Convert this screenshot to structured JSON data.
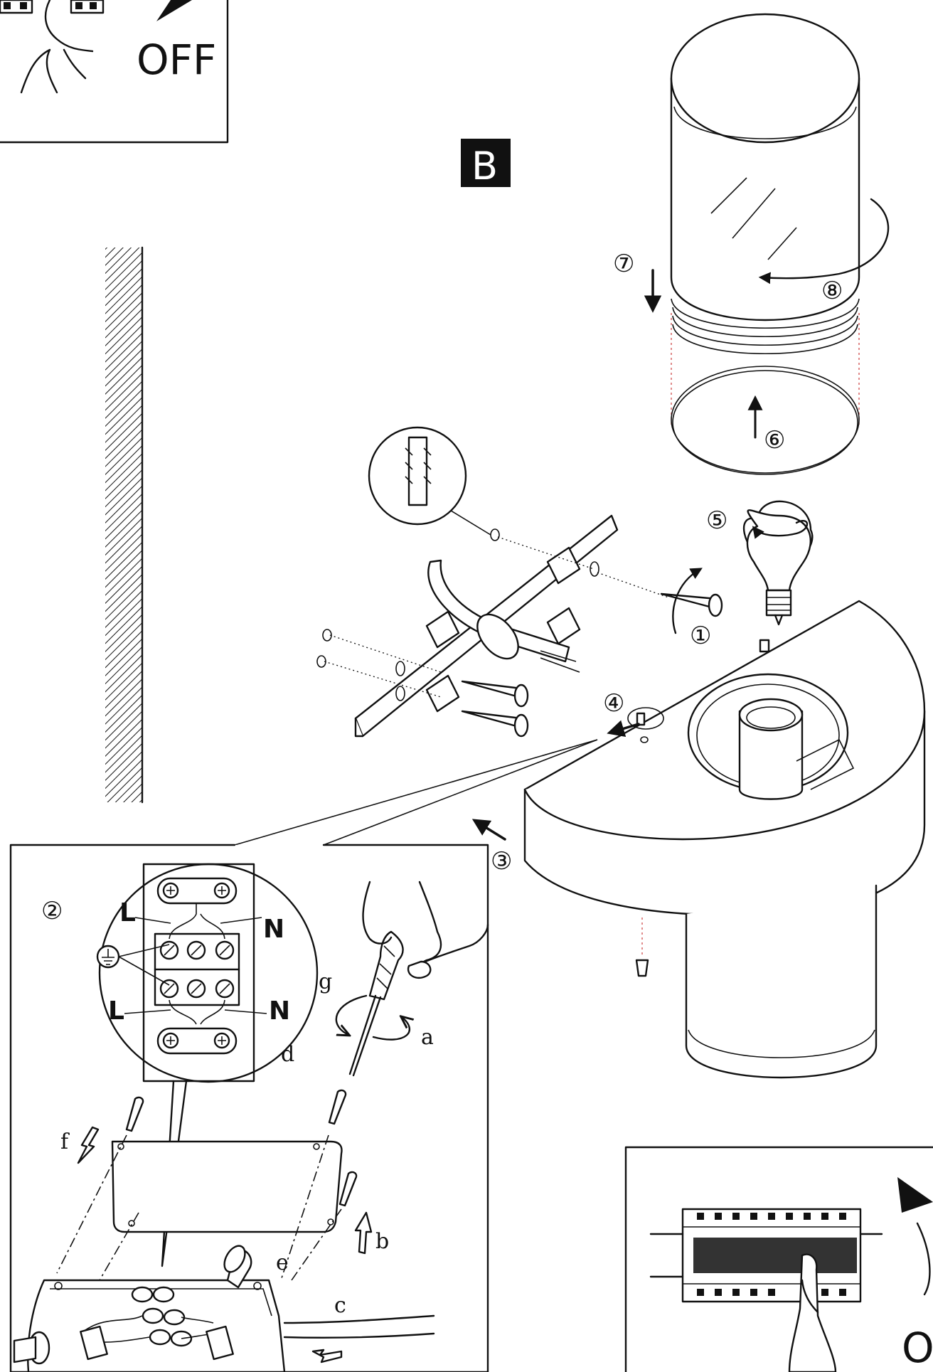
{
  "section_badge": "B",
  "switch_panel_top": {
    "label": "OFF"
  },
  "switch_panel_bottom": {
    "label": "OI"
  },
  "steps": {
    "s1": "①",
    "s2": "②",
    "s3": "③",
    "s4": "④",
    "s5": "⑤",
    "s6": "⑥",
    "s7": "⑦",
    "s8": "⑧"
  },
  "wiring": {
    "L_top": "L",
    "N_top": "N",
    "L_bottom": "L",
    "N_bottom": "N",
    "earth_symbol": "⏚"
  },
  "letters": {
    "a": "a",
    "b": "b",
    "c": "c",
    "d": "d",
    "e": "e",
    "f": "f",
    "g": "g"
  },
  "icons": [
    "hand-icon",
    "breaker-switch-icon",
    "screwdriver-icon",
    "screw-icon",
    "wall-plug-icon",
    "light-bulb-icon",
    "arrow-icon",
    "earth-ground-icon"
  ]
}
